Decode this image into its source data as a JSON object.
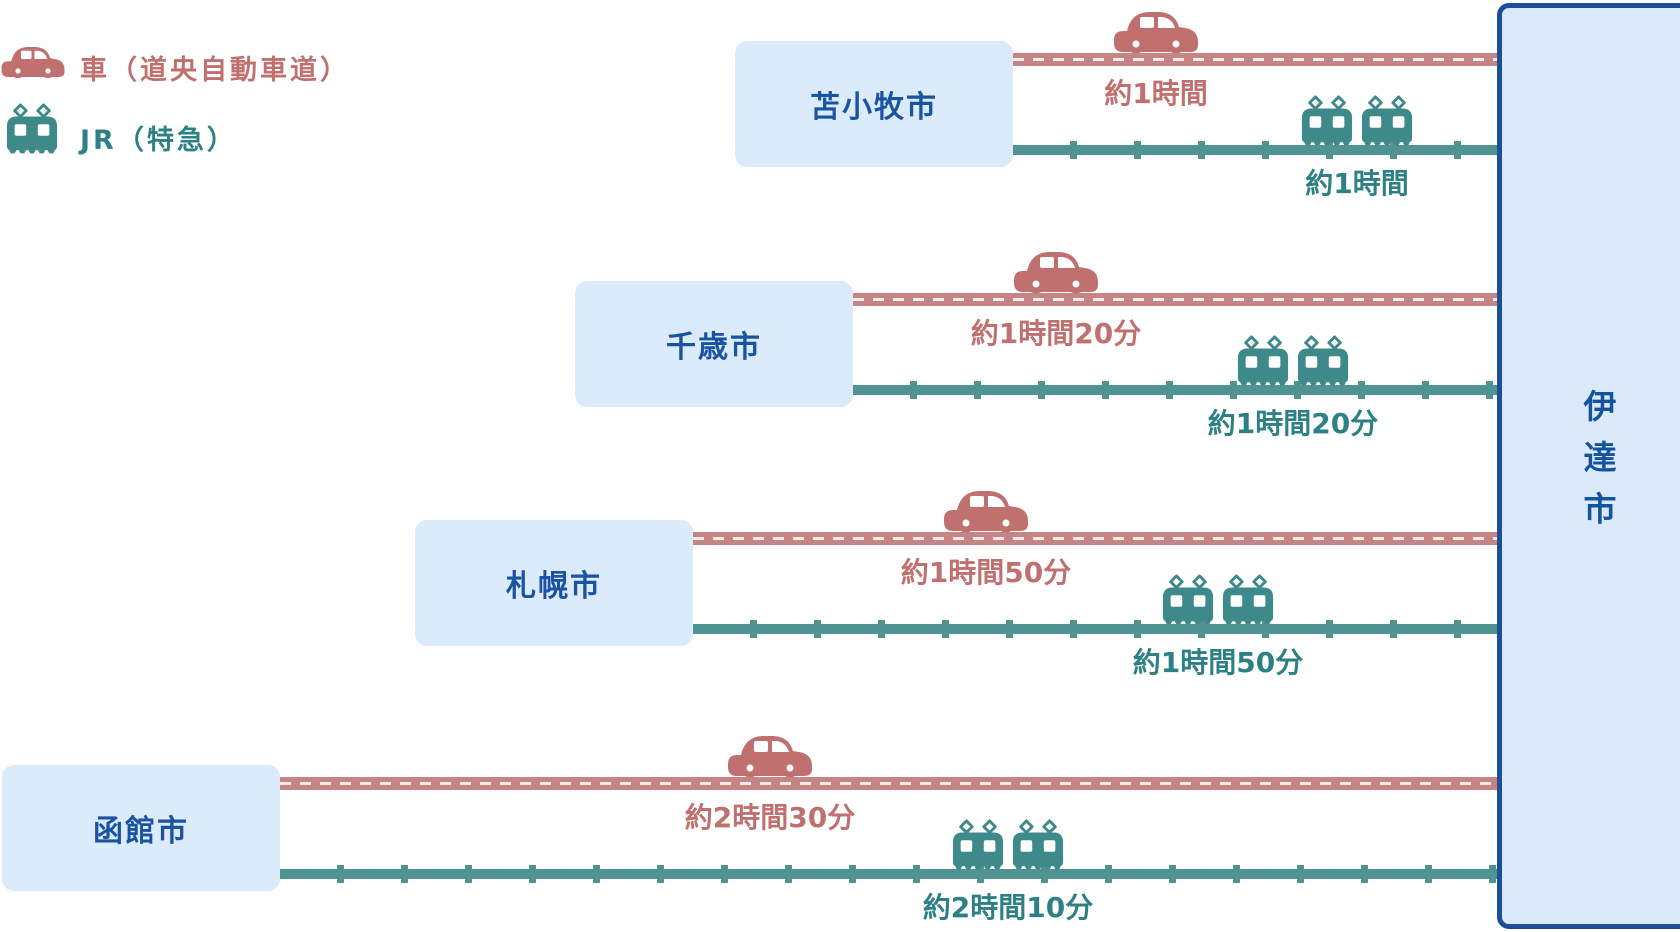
{
  "legend": {
    "car": {
      "icon": "car-icon",
      "label": "車（道央自動車道）"
    },
    "jr": {
      "icon": "train-icon",
      "label": "JR（特急）"
    }
  },
  "destination": {
    "name": "伊達市"
  },
  "rows": [
    {
      "city": "苫小牧市",
      "car_time": "約1時間",
      "jr_time": "約1時間"
    },
    {
      "city": "千歳市",
      "car_time": "約1時間20分",
      "jr_time": "約1時間20分"
    },
    {
      "city": "札幌市",
      "car_time": "約1時間50分",
      "jr_time": "約1時間50分"
    },
    {
      "city": "函館市",
      "car_time": "約2時間30分",
      "jr_time": "約2時間10分"
    }
  ],
  "colors": {
    "car_route": "#c68484",
    "car_accent": "#c17070",
    "jr_route": "#4f9393",
    "jr_accent": "#2d8184",
    "city_box_bg": "#dcebfc",
    "city_text": "#1a53a1",
    "destination_bg": "#dbe9fb",
    "destination_border": "#1d4f97"
  }
}
